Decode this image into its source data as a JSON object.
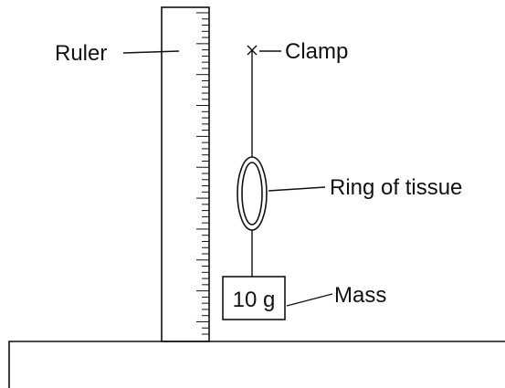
{
  "labels": {
    "ruler": "Ruler",
    "clamp": "Clamp",
    "ring": "Ring of tissue",
    "mass": "Mass"
  },
  "mass_value": "10 g",
  "colors": {
    "ink": "#111111",
    "background": "#ffffff"
  },
  "ruler": {
    "tick_count": 53,
    "major_every": 5
  }
}
